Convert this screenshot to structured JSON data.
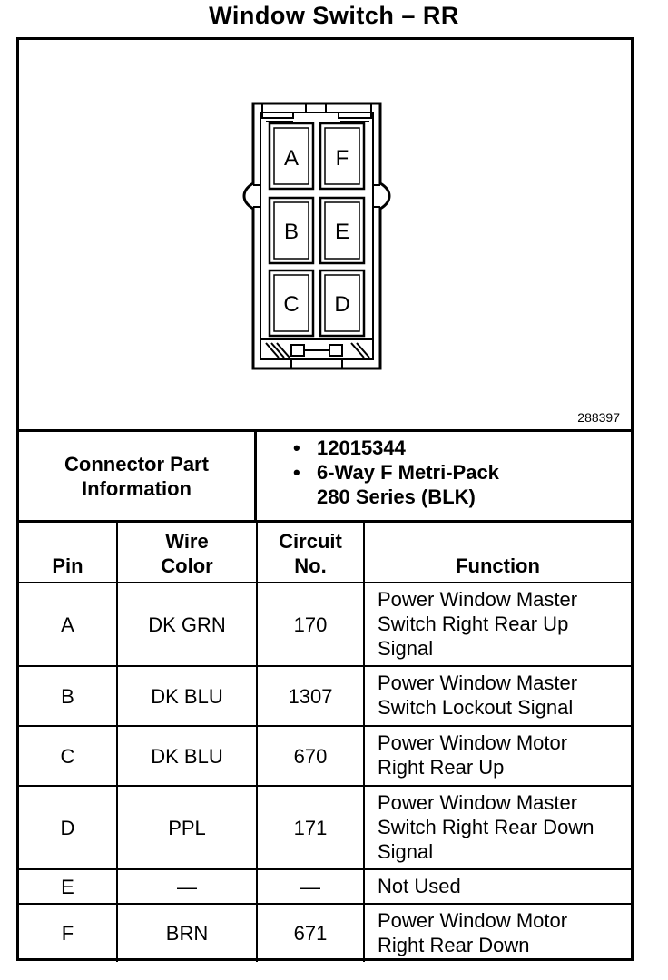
{
  "title": "Window Switch – RR",
  "figure": {
    "id": "288397",
    "cavities": [
      {
        "pin": "A"
      },
      {
        "pin": "F"
      },
      {
        "pin": "B"
      },
      {
        "pin": "E"
      },
      {
        "pin": "C"
      },
      {
        "pin": "D"
      }
    ]
  },
  "connector_info": {
    "label_line1": "Connector Part",
    "label_line2": "Information",
    "bullet": "•",
    "part_number": "12015344",
    "description_line1": "6-Way F Metri-Pack",
    "description_line2": "280 Series (BLK)"
  },
  "table": {
    "headers": {
      "pin": "Pin",
      "wire_line1": "Wire",
      "wire_line2": "Color",
      "circuit_line1": "Circuit",
      "circuit_line2": "No.",
      "function": "Function"
    },
    "rows": [
      {
        "pin": "A",
        "wire": "DK GRN",
        "circuit": "170",
        "fn1": "Power Window Master",
        "fn2": "Switch Right Rear Up",
        "fn3": "Signal"
      },
      {
        "pin": "B",
        "wire": "DK BLU",
        "circuit": "1307",
        "fn1": "Power Window Master",
        "fn2": "Switch Lockout Signal",
        "fn3": ""
      },
      {
        "pin": "C",
        "wire": "DK BLU",
        "circuit": "670",
        "fn1": "Power Window Motor",
        "fn2": "Right Rear Up",
        "fn3": ""
      },
      {
        "pin": "D",
        "wire": "PPL",
        "circuit": "171",
        "fn1": "Power Window Master",
        "fn2": "Switch Right Rear Down",
        "fn3": "Signal"
      },
      {
        "pin": "E",
        "wire": "—",
        "circuit": "—",
        "fn1": "Not Used",
        "fn2": "",
        "fn3": ""
      },
      {
        "pin": "F",
        "wire": "BRN",
        "circuit": "671",
        "fn1": "Power Window Motor",
        "fn2": "Right Rear Down",
        "fn3": ""
      }
    ]
  }
}
